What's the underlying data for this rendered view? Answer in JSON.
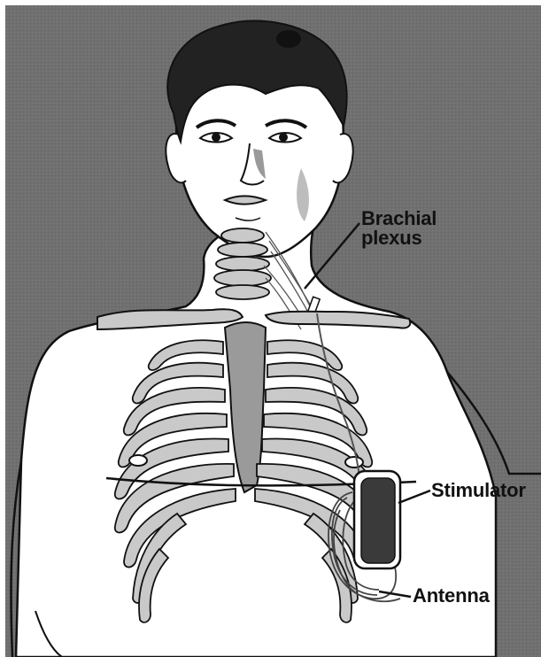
{
  "labels": {
    "brachial_line1": "Brachial",
    "brachial_line2": "plexus",
    "stimulator": "Stimulator",
    "antenna": "Antenna"
  },
  "colors": {
    "background": "#6f6f6f",
    "skin": "#ffffff",
    "bone": "#c9c9c9",
    "bone_dark": "#9a9a9a",
    "hair": "#222222",
    "device": "#3a3a3a",
    "outline": "#111111"
  }
}
